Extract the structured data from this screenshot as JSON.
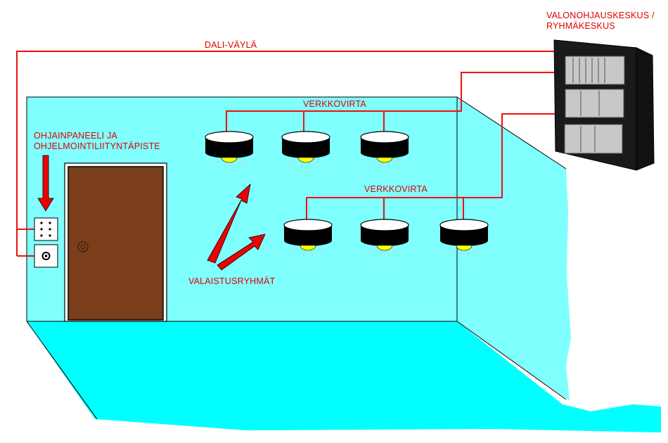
{
  "labels": {
    "bus": "DALI-VÄYLÄ",
    "controller_line1": "VALONOHJAUSKESKUS /",
    "controller_line2": "RYHMÄKESKUS",
    "mains_top": "VERKKOVIRTA",
    "mains_bottom": "VERKKOVIRTA",
    "panel_line1": "OHJAINPANEELI JA",
    "panel_line2": "OHJELMOINTILIITYNTÄPISTE",
    "groups": "VALAISTUSRYHMÄT"
  },
  "colors": {
    "wire": "#ee1111",
    "label": "#e00000",
    "wall": "#80ffff",
    "floor": "#00ffff",
    "door": "#7a3f1a",
    "lamp_body": "#000000",
    "lamp_top": "#ffffff",
    "bulb": "#ffff00",
    "cabinet": "#1a1a1a",
    "cabinet_module": "#c8c8c8"
  },
  "icons": [
    "arrow-down-icon",
    "arrow-up-right-icon",
    "keypad-icon",
    "connector-icon",
    "door-knob-icon"
  ]
}
